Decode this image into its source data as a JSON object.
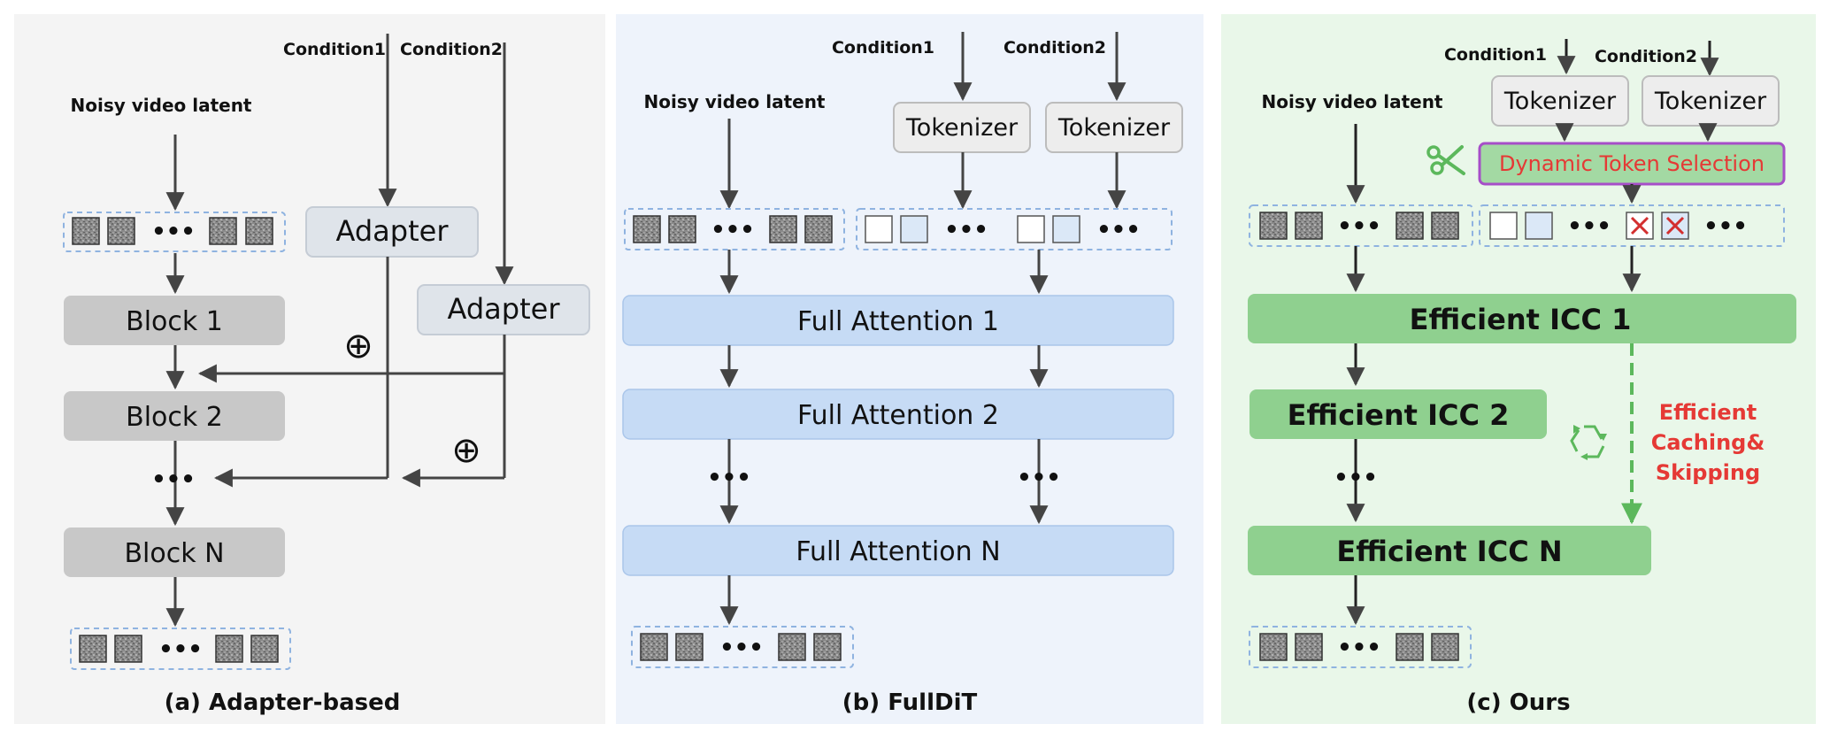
{
  "panel_a": {
    "caption": "(a) Adapter-based",
    "input_label": "Noisy video latent",
    "condition1": "Condition1",
    "condition2": "Condition2",
    "adapter1": "Adapter",
    "adapter2": "Adapter",
    "block1": "Block 1",
    "block2": "Block 2",
    "blockN": "Block N",
    "ellipsis": "•••",
    "plus": "⊕"
  },
  "panel_b": {
    "caption": "(b) FullDiT",
    "input_label": "Noisy video latent",
    "condition1": "Condition1",
    "condition2": "Condition2",
    "tokenizer1": "Tokenizer",
    "tokenizer2": "Tokenizer",
    "attn1": "Full Attention 1",
    "attn2": "Full Attention 2",
    "attnN": "Full Attention N",
    "ellipsis": "•••"
  },
  "panel_c": {
    "caption": "(c) Ours",
    "input_label": "Noisy video latent",
    "condition1": "Condition1",
    "condition2": "Condition2",
    "tokenizer1": "Tokenizer",
    "tokenizer2": "Tokenizer",
    "selection": "Dynamic Token Selection",
    "icc1": "Efficient ICC 1",
    "icc2": "Efficient ICC 2",
    "iccN": "Efficient ICC N",
    "caching_line1": "Efficient",
    "caching_line2": "Caching&",
    "caching_line3": "Skipping",
    "ellipsis": "•••"
  },
  "colors": {
    "panel_a_bg": "#f4f4f4",
    "panel_b_bg": "#eef3fb",
    "panel_c_bg": "#e9f7e9",
    "block_gray": "#c8c8c8",
    "attention_blue": "#c6dbf5",
    "icc_green": "#8fd08f",
    "selection_red": "#e53935",
    "arrow": "#444444"
  }
}
